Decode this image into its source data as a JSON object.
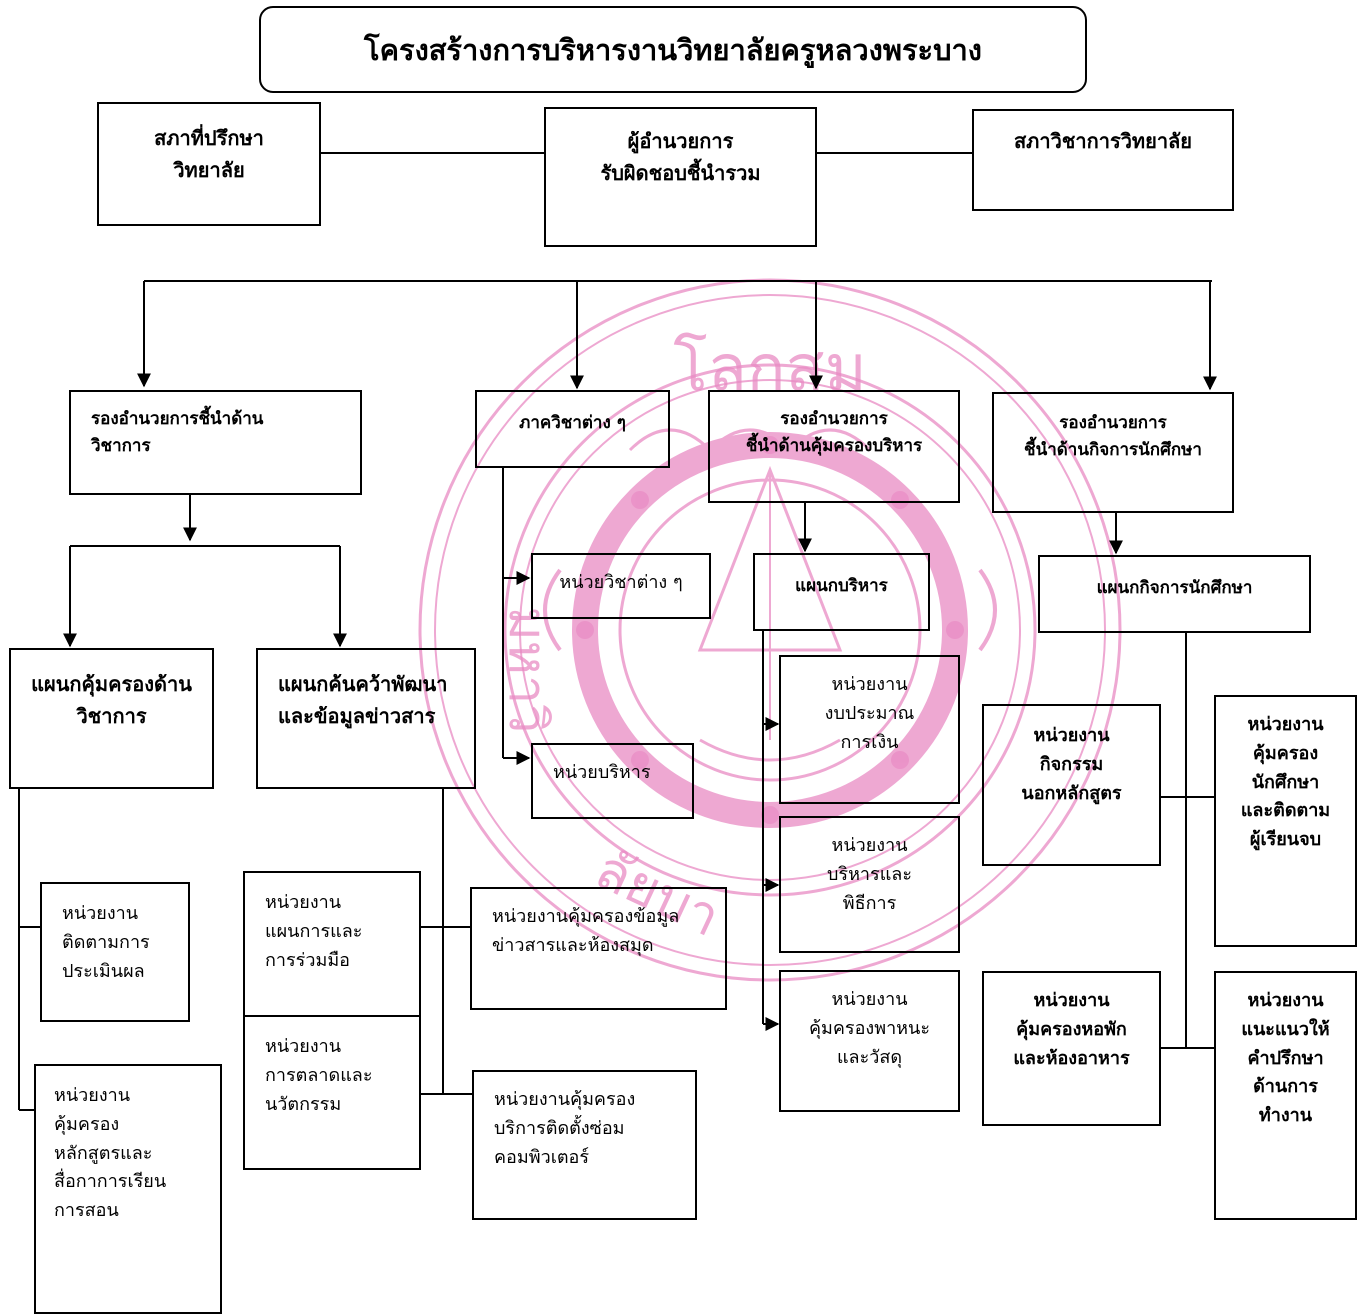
{
  "title": "โครงสร้างการบริหารงานวิทยาลัยครูหลวงพระบาง",
  "nodes": {
    "council": "สภาที่ปรึกษา\nวิทยาลัย",
    "director": "ผู้อำนวยการ\nรับผิดชอบชี้นำรวม",
    "academic_council": "สภาวิชาการวิทยาลัย",
    "deputy_academic": "รองอำนวยการชี้นำด้าน\nวิชาการ",
    "departments": "ภาควิชาต่าง ๆ",
    "deputy_admin": "รองอำนวยการ\nชี้นำด้านคุ้มครองบริหาร",
    "deputy_student": "รองอำนวยการ\nชี้นำด้านกิจการนักศึกษา",
    "dept_units": "หน่วยวิชาต่าง ๆ",
    "admin_unit": "หน่วยบริหาร",
    "admin_division": "แผนกบริหาร",
    "student_division": "แผนกกิจการนักศึกษา",
    "academic_affairs_division": "แผนกคุ้มครองด้าน\nวิชาการ",
    "research_division": "แผนกค้นคว้าพัฒนา\nและข้อมูลข่าวสาร",
    "unit_budget": "หน่วยงาน\nงบประมาณ\nการเงิน",
    "unit_admin_ceremony": "หน่วยงาน\nบริหารและ\nพิธีการ",
    "unit_vehicle": "หน่วยงาน\nคุ้มครองพาหนะ\nและวัสดุ",
    "unit_activities": "หน่วยงาน\nกิจกรรม\nนอกหลักสูตร",
    "unit_dormitory": "หน่วยงาน\nคุ้มครองหอพัก\nและห้องอาหาร",
    "unit_student_care": "หน่วยงาน\nคุ้มครอง\nนักศึกษา\nและติดตาม\nผู้เรียนจบ",
    "unit_career": "หน่วยงาน\nแนะแนวให้\nคำปรึกษา\nด้านการ\nทำงาน",
    "unit_evaluation": "หน่วยงาน\nติดตามการ\nประเมินผล",
    "unit_curriculum": "หน่วยงาน\nคุ้มครอง\nหลักสูตรและ\nสื่อกาการเรียน\nการสอน",
    "unit_planning": "หน่วยงาน\nแผนการและ\nการร่วมมือ",
    "unit_marketing": "หน่วยงาน\nการตลาดและ\nนวัตกรรม",
    "unit_library": "หน่วยงานคุ้มครองข้อมูล\nข่าวสารและห้องสมุด",
    "unit_computer": "หน่วยงานคุ้มครอง\nบริการติดตั้งซ่อม\nคอมพิวเตอร์"
  },
  "seal": {
    "color": "#e98bc4",
    "text_top": "โลกสม",
    "text_left": "มหาวิ",
    "text_bottom": "ลัยบา"
  }
}
